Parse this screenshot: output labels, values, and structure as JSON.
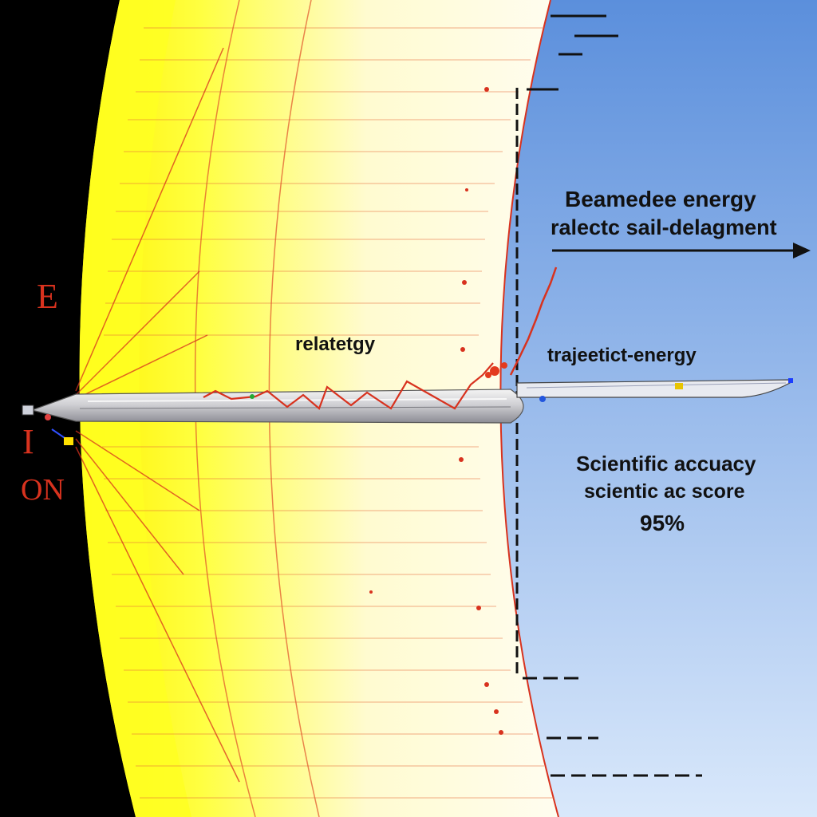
{
  "diagram": {
    "heading_line1": "Beamedee energy",
    "heading_line2": "ralectc sail-delagment",
    "label_sail": "relatetgy",
    "label_trajectory": "trajeetict-energy",
    "score_line1": "Scientific accuacy",
    "score_line2": "scientic ac score",
    "score_value": "95%",
    "side_glyphs": [
      "E",
      "I",
      "ON"
    ]
  },
  "colors": {
    "space": "#000000",
    "beam_yellow": "#ffff33",
    "sail_cream": "#fff8d0",
    "sky_top": "#5b8fdc",
    "sky_bottom": "#d9e8fb",
    "accent_red": "#d8321e",
    "text": "#111111"
  },
  "icons": [
    "arrow-right-icon"
  ]
}
